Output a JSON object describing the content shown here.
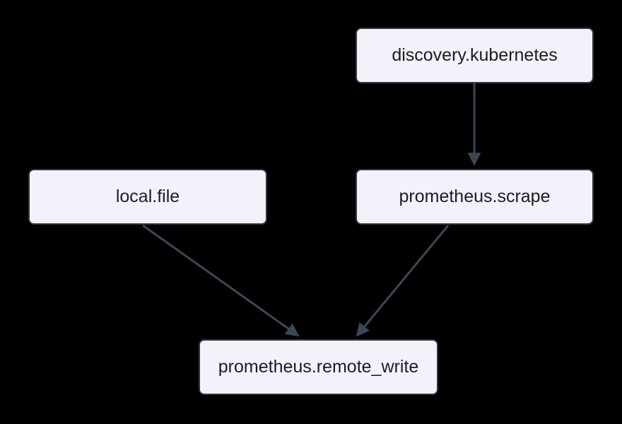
{
  "diagram": {
    "type": "flowchart",
    "direction": "top-down",
    "colors": {
      "background": "#000000",
      "node_fill": "#F2F2FB",
      "node_border": "#343441",
      "node_text": "#1C1C24",
      "edge": "#3D4656"
    },
    "nodes": [
      {
        "id": "discovery.kubernetes",
        "label": "discovery.kubernetes"
      },
      {
        "id": "local.file",
        "label": "local.file"
      },
      {
        "id": "prometheus.scrape",
        "label": "prometheus.scrape"
      },
      {
        "id": "prometheus.remote_write",
        "label": "prometheus.remote_write"
      }
    ],
    "edges": [
      {
        "from": "discovery.kubernetes",
        "to": "prometheus.scrape"
      },
      {
        "from": "local.file",
        "to": "prometheus.remote_write"
      },
      {
        "from": "prometheus.scrape",
        "to": "prometheus.remote_write"
      }
    ]
  }
}
